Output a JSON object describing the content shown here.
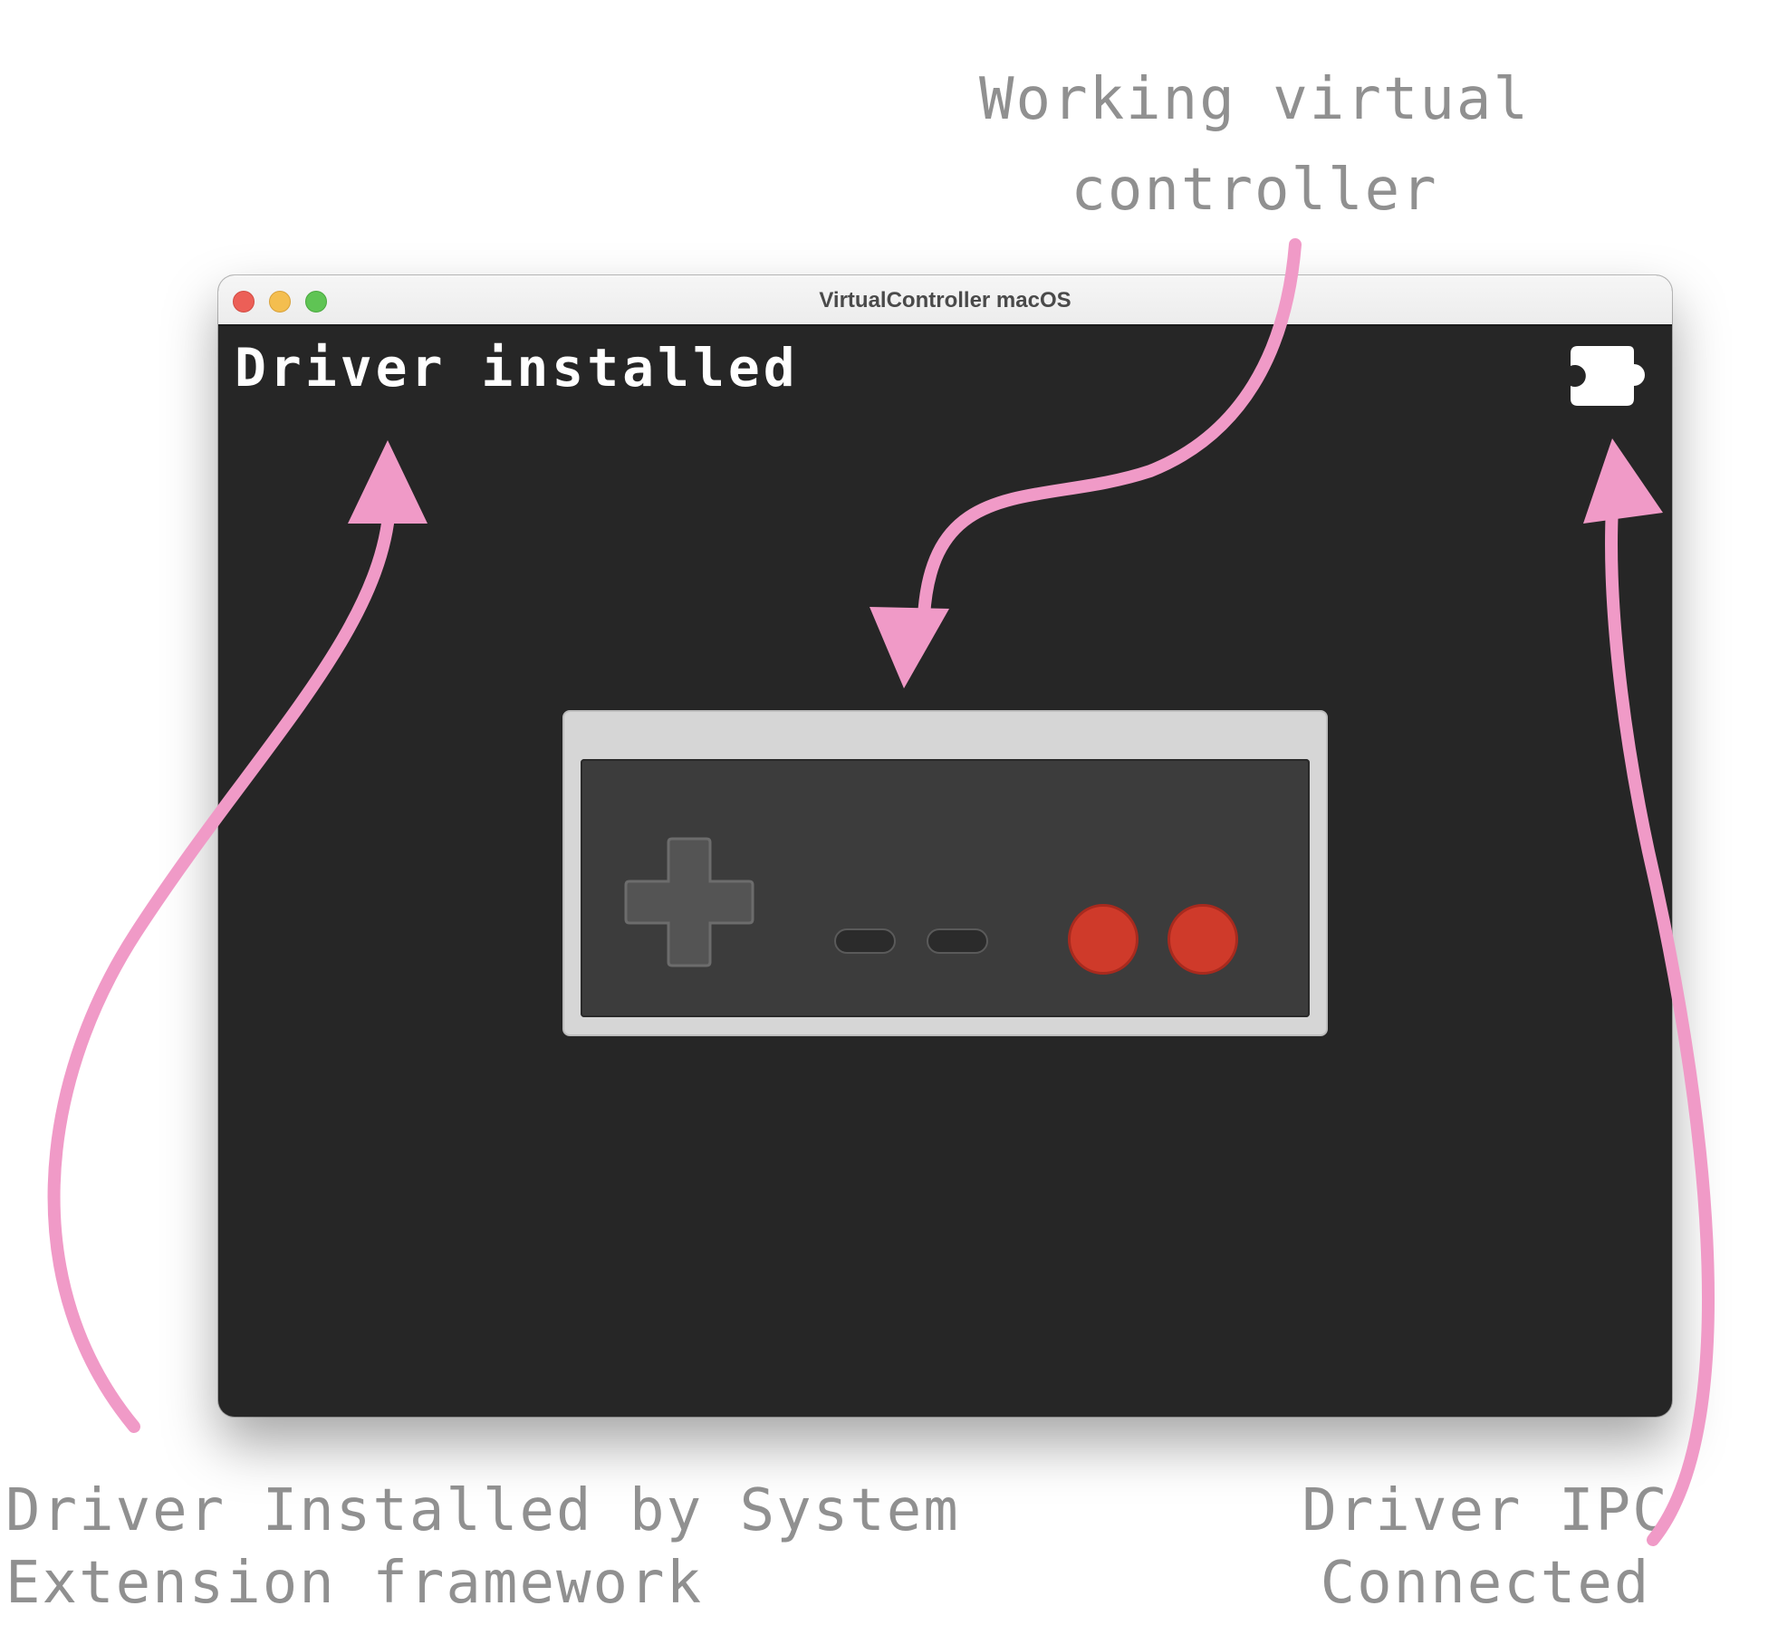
{
  "window": {
    "title": "VirtualController macOS",
    "status_text": "Driver installed"
  },
  "annotations": {
    "top": [
      "Working virtual",
      "controller"
    ],
    "bottom_left": [
      "Driver Installed by System",
      "Extension framework"
    ],
    "bottom_right": [
      "Driver IPC",
      "Connected"
    ]
  },
  "colors": {
    "window_background": "#262626",
    "controller_body": "#d6d6d6",
    "controller_face": "#3c3c3c",
    "action_buttons": "#cf3a2a",
    "arrow": "#f09ac7",
    "annotation_text": "#909090"
  },
  "icons": {
    "ipc_status": "puzzle-piece-icon"
  }
}
